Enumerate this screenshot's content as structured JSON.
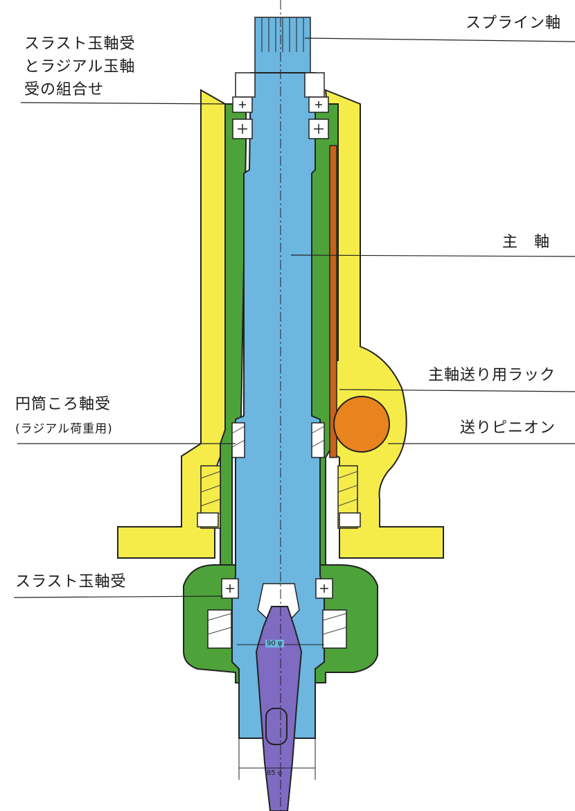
{
  "labels": {
    "spline_shaft": "スプライン軸",
    "combo_bearing_line1": "スラスト玉軸受",
    "combo_bearing_line2": "とラジアル玉軸",
    "combo_bearing_line3": "受の組合せ",
    "main_spindle": "主　軸",
    "feed_rack": "主軸送り用ラック",
    "roller_bearing": "円筒ころ軸受",
    "roller_bearing_note": "(ラジアル荷重用)",
    "feed_pinion": "送りピニオン",
    "thrust_bearing": "スラスト玉軸受"
  },
  "dimensions": {
    "bore_diameter": "90 φ",
    "taper_diameter": "85 φ"
  },
  "colors": {
    "housing": "#f5ec4a",
    "sleeve": "#4da33a",
    "spindle": "#6cb6e0",
    "rack": "#c8621a",
    "pinion": "#e8831e",
    "tool": "#7f6bc2",
    "outline": "#222222"
  }
}
